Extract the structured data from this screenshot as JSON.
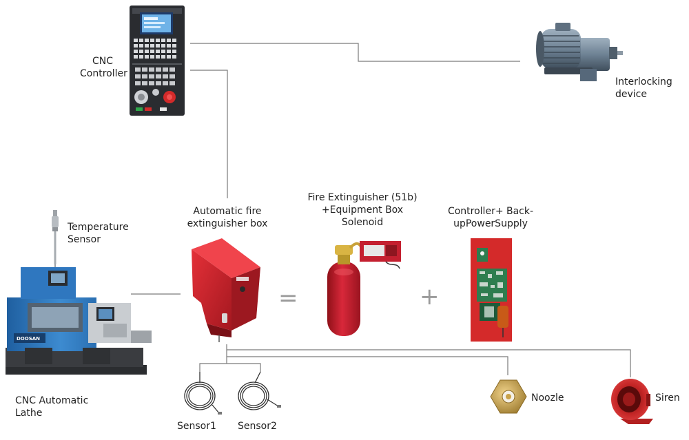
{
  "labels": {
    "cnc_controller": [
      "CNC",
      "Controller"
    ],
    "interlocking_device": [
      "Interlocking",
      "device"
    ],
    "temperature_sensor": [
      "Temperature",
      "Sensor"
    ],
    "cnc_lathe": [
      "CNC Automatic",
      "Lathe"
    ],
    "auto_fire_box": [
      "Automatic fire",
      "extinguisher box"
    ],
    "fire_extinguisher": [
      "Fire Extinguisher (51b)",
      "+Equipment Box",
      "Solenoid"
    ],
    "controller_backup": [
      "Controller+ Back-",
      "upPowerSupply"
    ],
    "sensor1": "Sensor1",
    "sensor2": "Sensor2",
    "nozzle": "Noozle",
    "siren": "Siren",
    "lathe_brand": "DOOSAN"
  },
  "operators": {
    "equals": "=",
    "plus": "+"
  },
  "colors": {
    "line": "#7a7a7a",
    "fire_red": "#c8202a",
    "machine_blue": "#2c72b8",
    "panel_dark": "#2a2c30",
    "motor_gray": "#6d7f8f",
    "brass": "#c9a24a",
    "pcb_green": "#2e7d4f"
  }
}
